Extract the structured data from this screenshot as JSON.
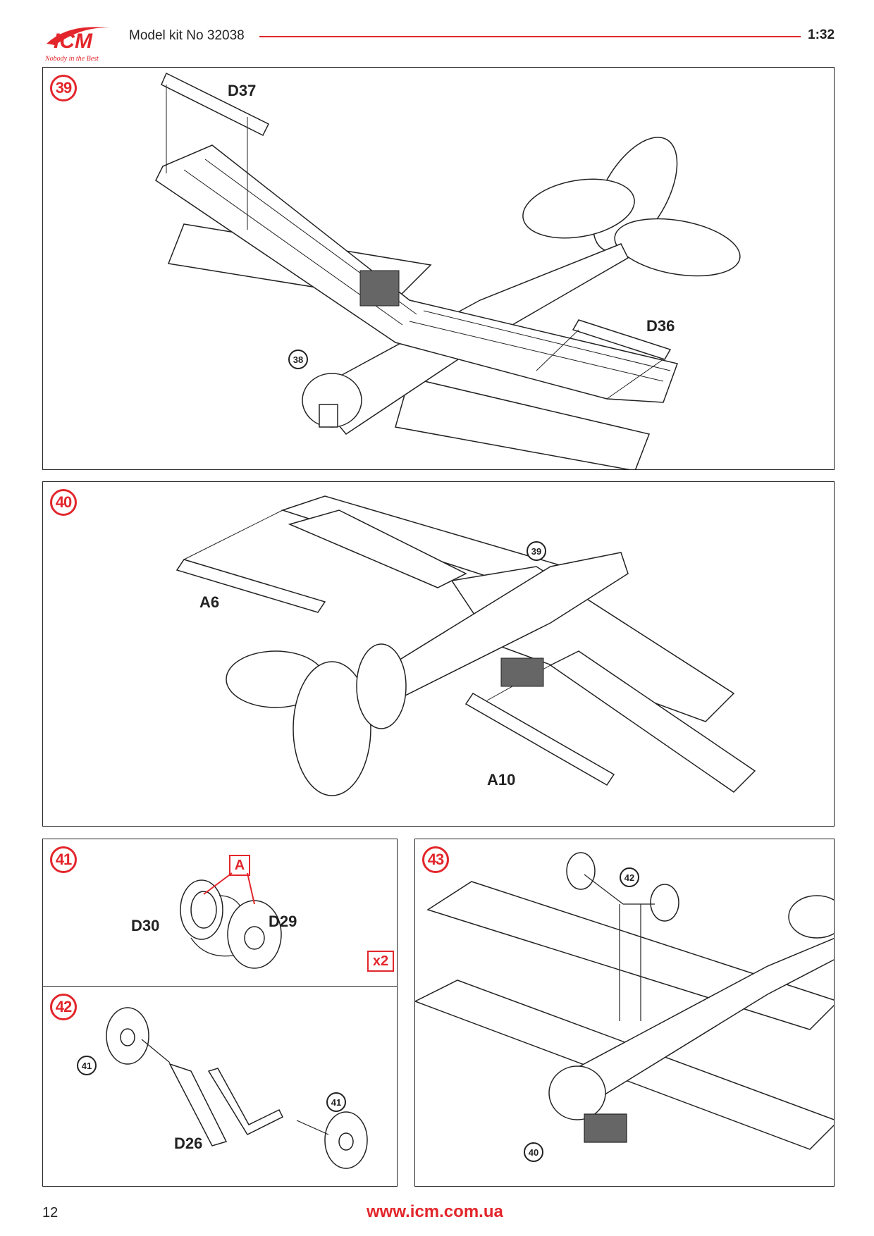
{
  "header": {
    "brand": "ICM",
    "tagline": "Nobody in the Best",
    "kit_title": "Model kit No 32038",
    "scale": "1:32"
  },
  "steps": {
    "s39": {
      "number": "39",
      "parts": {
        "top": "D37",
        "right": "D36"
      },
      "ref": "38"
    },
    "s40": {
      "number": "40",
      "parts": {
        "left": "A6",
        "right": "A10"
      },
      "ref": "39"
    },
    "s41": {
      "number": "41",
      "parts": {
        "left": "D30",
        "right": "D29"
      },
      "paint_marker": "A",
      "quantity": "x2"
    },
    "s42": {
      "number": "42",
      "parts": {
        "strut": "D26"
      },
      "refs": [
        "41",
        "41"
      ]
    },
    "s43": {
      "number": "43",
      "refs": [
        "42",
        "40"
      ]
    }
  },
  "footer": {
    "page_number": "12",
    "website": "www.icm.com.ua"
  },
  "colors": {
    "accent": "#e3262b",
    "line": "#222222"
  }
}
